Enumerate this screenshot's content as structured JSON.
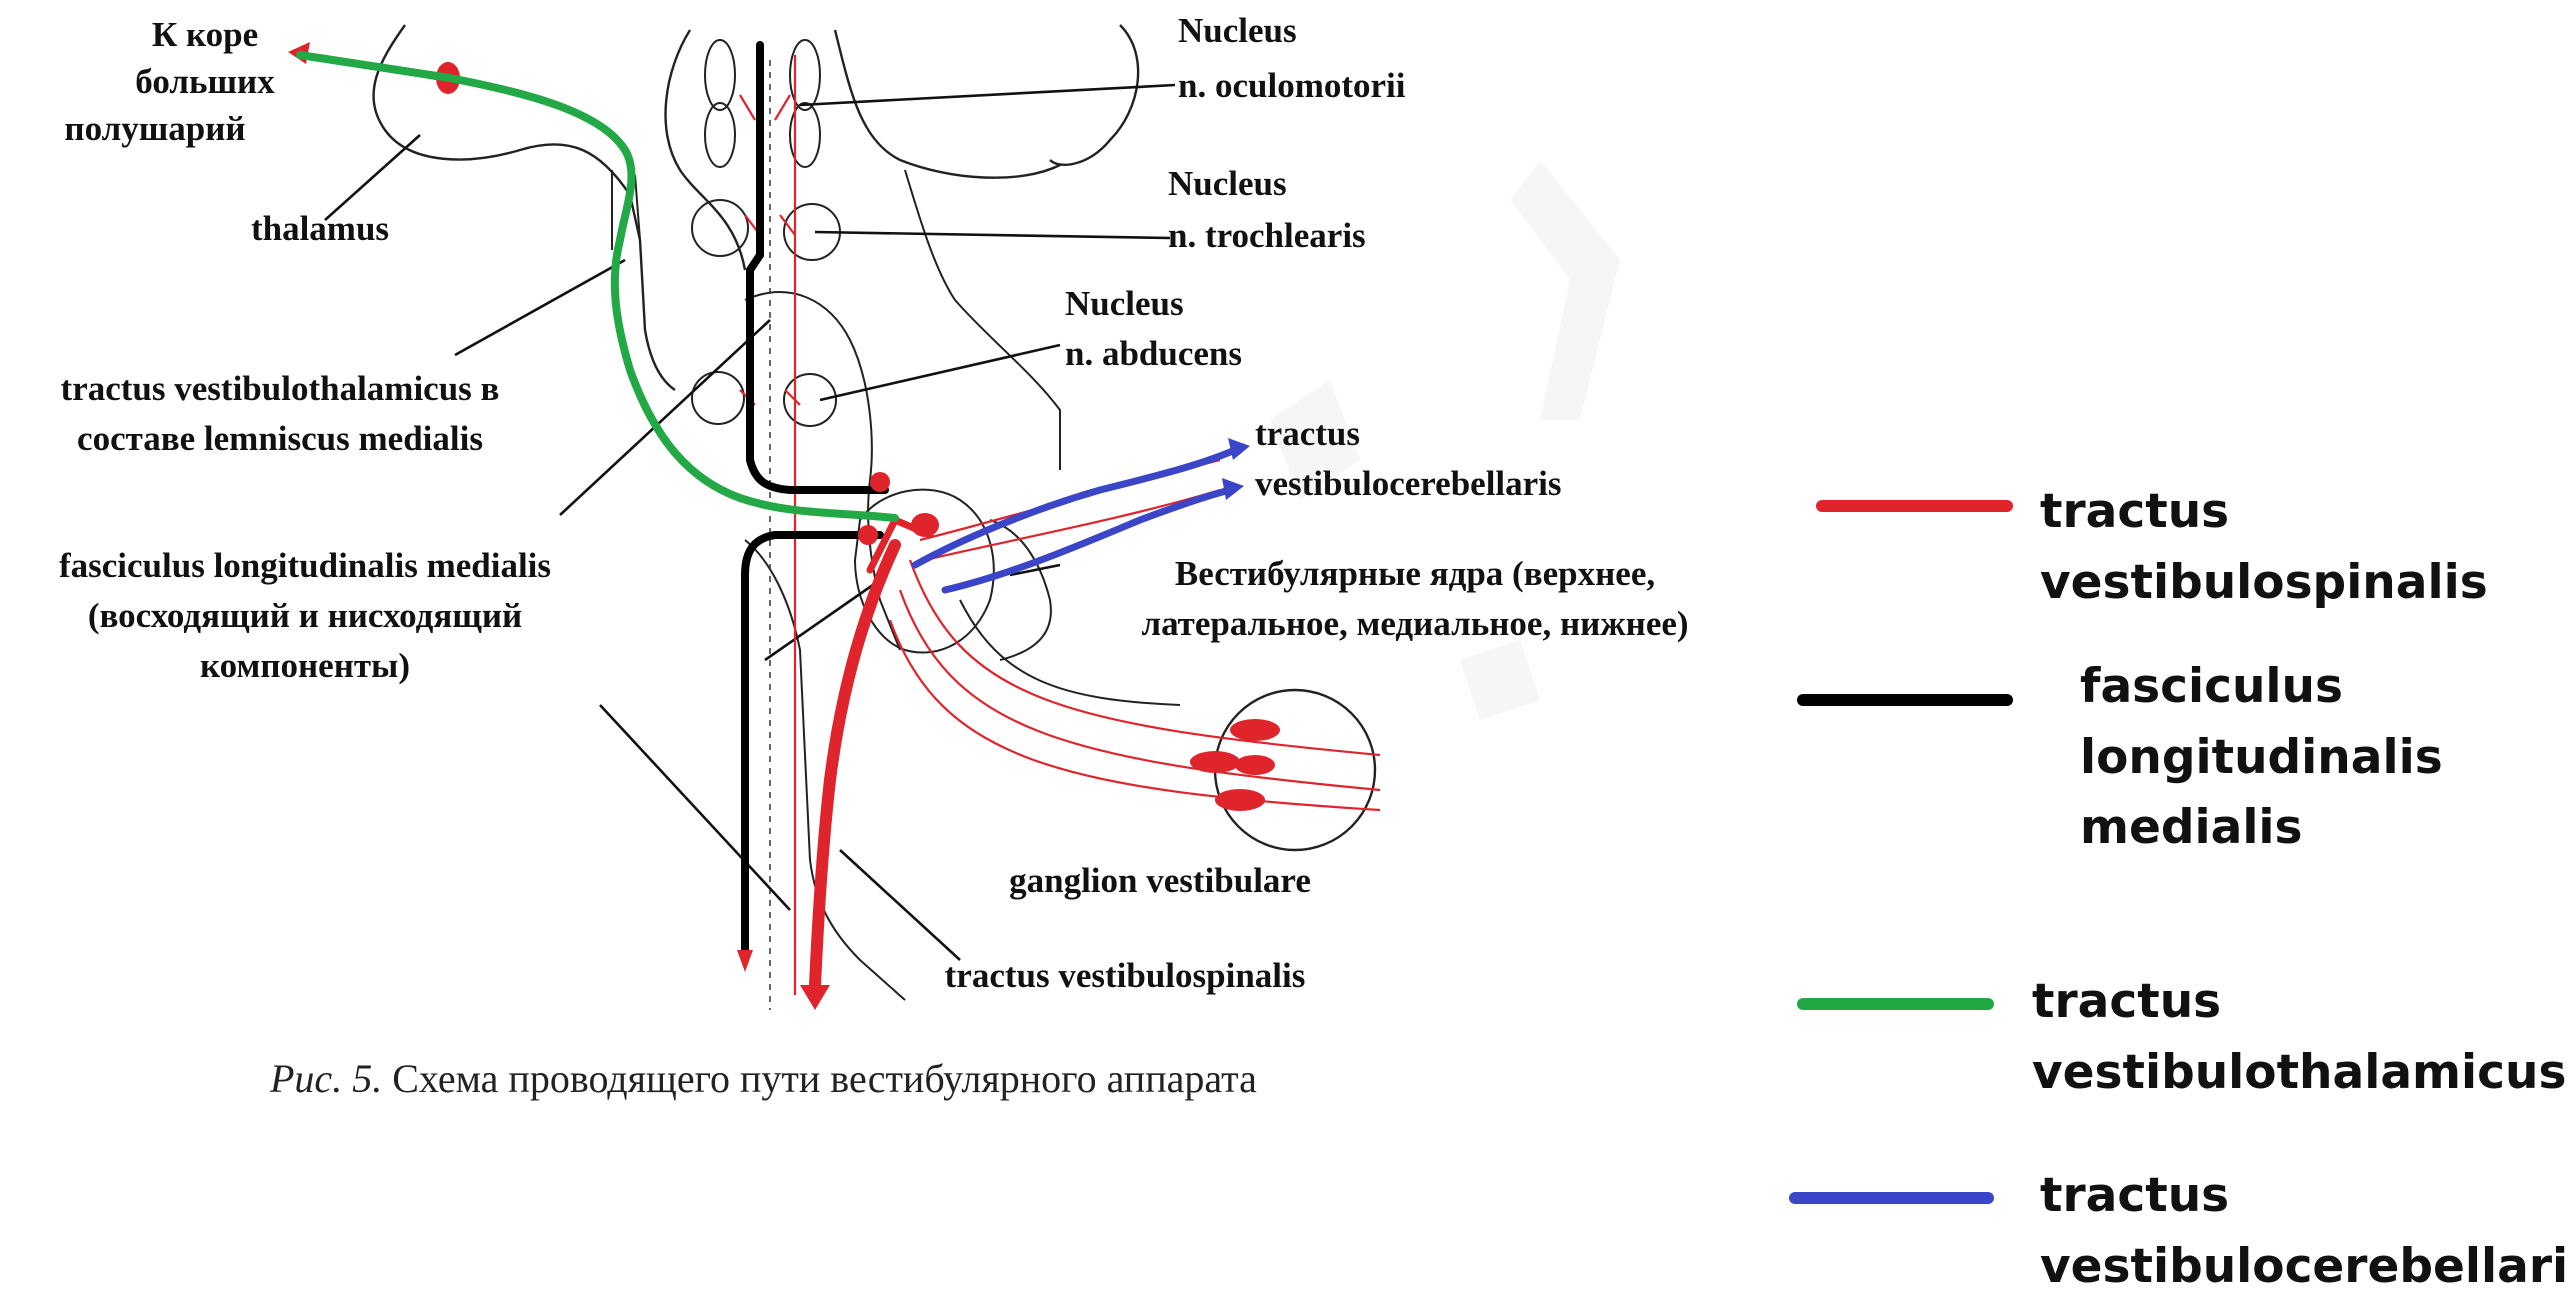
{
  "labels": {
    "cortex_1": "К коре",
    "cortex_2": "больших",
    "cortex_3": "полушарий",
    "thalamus": "thalamus",
    "vth_1": "tractus vestibulothalamicus в",
    "vth_2": "составе lemniscus medialis",
    "flm_1": "fasciculus longitudinalis medialis",
    "flm_2": "(восходящий и нисходящий",
    "flm_3": "компоненты)",
    "oculo_1": "Nucleus",
    "oculo_2": "n. oculomotorii",
    "troch_1": "Nucleus",
    "troch_2": "n. trochlearis",
    "abd_1": "Nucleus",
    "abd_2": "n. abducens",
    "vcb_1": "tractus",
    "vcb_2": "vestibulocerebellaris",
    "vnuc_1": "Вестибулярные ядра (верхнее,",
    "vnuc_2": "латеральное, медиальное, нижнее)",
    "ganglion": "ganglion vestibulare",
    "vsp": "tractus vestibulospinalis"
  },
  "caption": {
    "prefix": "Рис. 5.",
    "text": " Схема проводящего пути вестибулярного аппарата"
  },
  "legend": [
    {
      "line1": "tractus",
      "line2": "vestibulospinalis",
      "line3": "",
      "color": "#e0242c"
    },
    {
      "line1": "fasciculus",
      "line2": "longitudinalis",
      "line3": "medialis",
      "color": "#000000"
    },
    {
      "line1": "tractus",
      "line2": "vestibulothalamicus",
      "line3": "",
      "color": "#22a845"
    },
    {
      "line1": "tractus",
      "line2": "vestibulocerebellaris",
      "line3": "",
      "color": "#3a45c8"
    }
  ],
  "colors": {
    "vestibulospinal": "#e0242c",
    "flm": "#000000",
    "vestibulothalamic": "#22a845",
    "vestibulocerebellar": "#3a45c8"
  }
}
